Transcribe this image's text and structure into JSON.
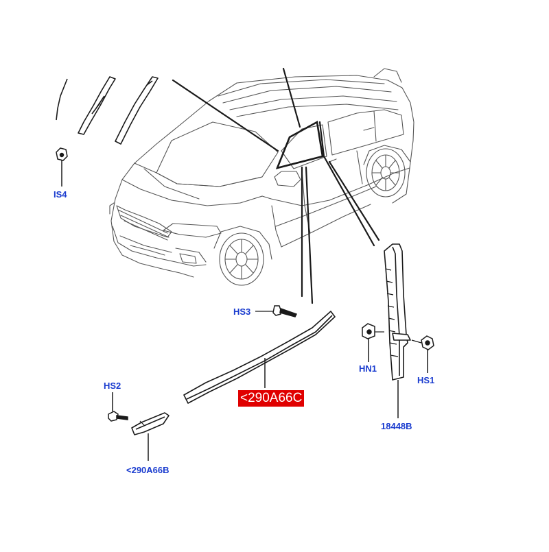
{
  "colors": {
    "line": "#1a1a1a",
    "outline": "#555555",
    "callout_text": "#1a3ccf",
    "highlight_bg": "#e00000",
    "highlight_text": "#ffffff",
    "background": "#ffffff"
  },
  "callouts": {
    "hs4": "IS4",
    "hs3": "HS3",
    "hs2": "HS2",
    "hn1": "HN1",
    "hs1": "HS1",
    "part_18448b": "18448B",
    "part_290a66b": "<290A66B",
    "part_290a66c": "<290A66C"
  },
  "icons": {
    "vehicle": "suv-outline-icon",
    "clip": "push-clip-icon",
    "screw": "screw-icon",
    "rivet_nut": "rivet-nut-icon"
  }
}
